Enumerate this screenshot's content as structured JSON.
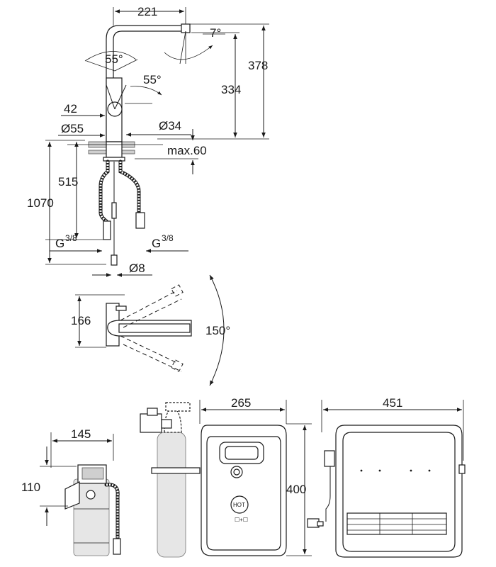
{
  "labels": {
    "faucet_reach": "221",
    "spout_angle": "7°",
    "handle_angle_upper": "55°",
    "handle_angle_lower": "55°",
    "total_height": "378",
    "spout_height": "334",
    "handle_offset": "42",
    "base_diameter": "Ø55",
    "hole_diameter": "Ø34",
    "deck_thickness": "max.60",
    "hose_length": "515",
    "total_hose_length": "1070",
    "thread_left_main": "G",
    "thread_left_frac": "3/8",
    "thread_right_main": "G",
    "thread_right_frac": "3/8",
    "tube_diameter": "Ø8",
    "swivel_height": "166",
    "swivel_angle": "150°",
    "filter_width": "145",
    "filter_height": "110",
    "boiler_depth": "265",
    "boiler_height": "400",
    "boiler_width": "451",
    "display_text": "HOT"
  }
}
